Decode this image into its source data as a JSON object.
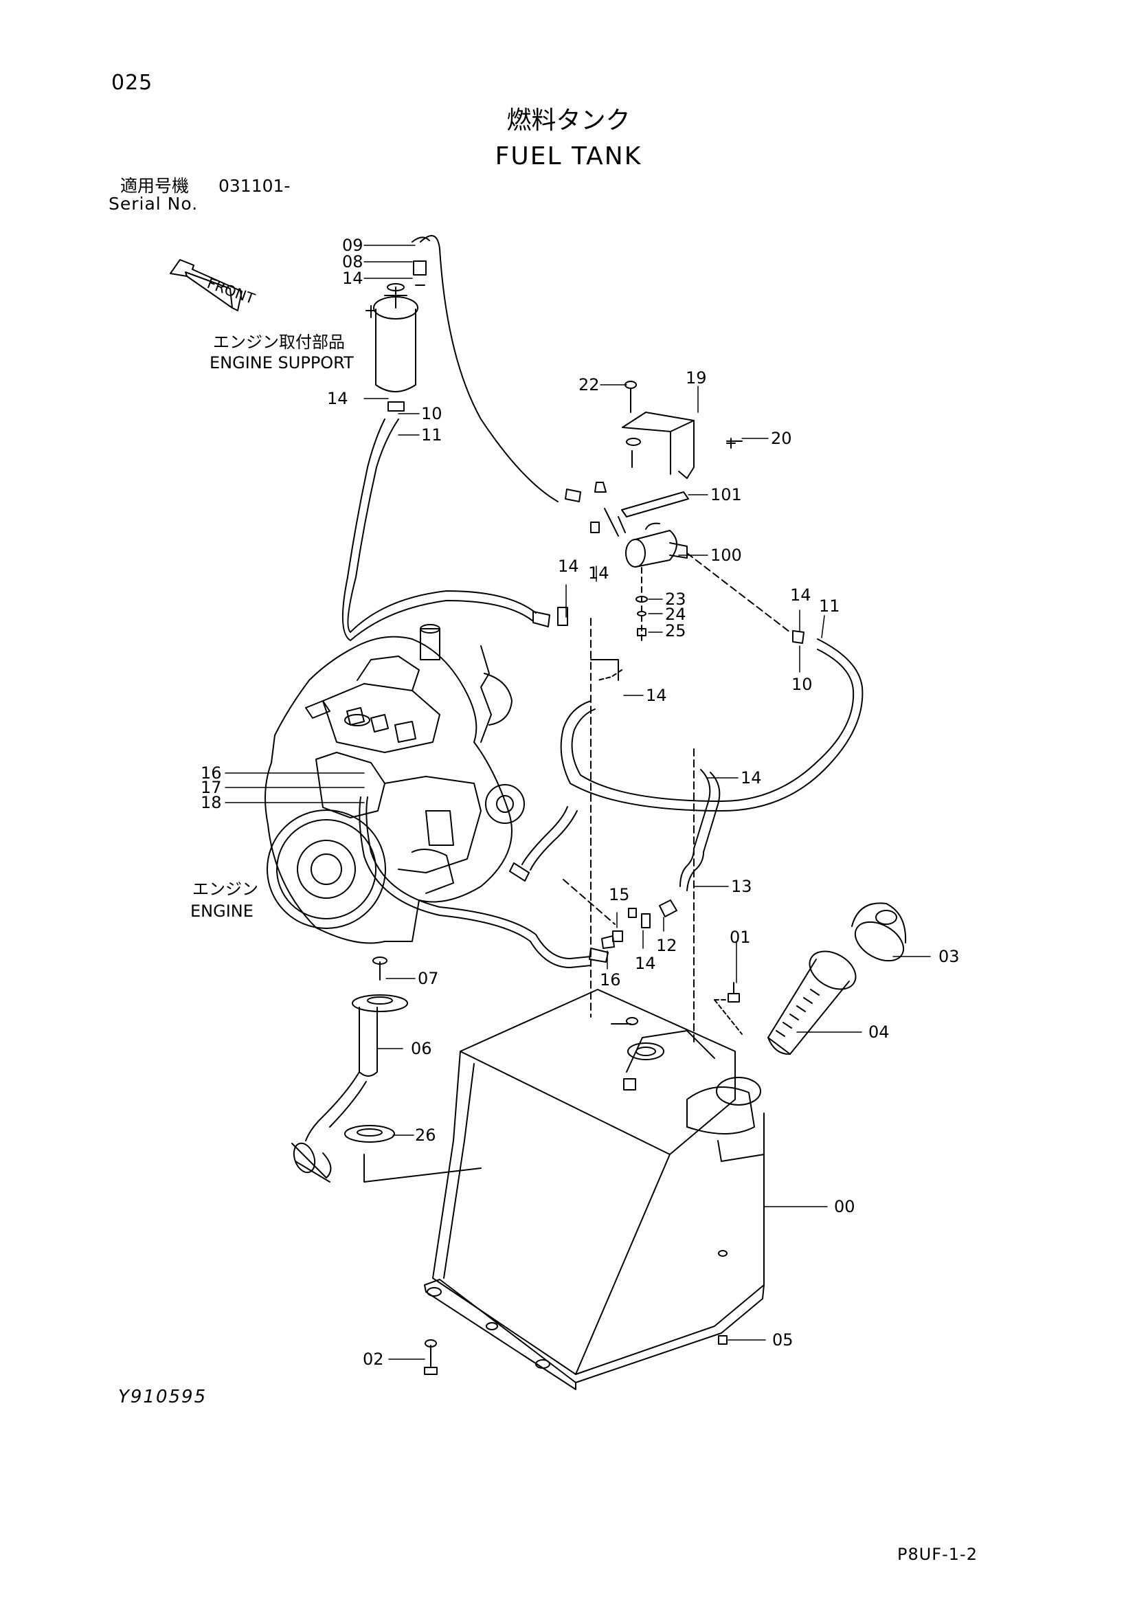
{
  "page": {
    "number": "025",
    "drawing_no": "Y910595",
    "sheet_no": "P8UF-1-2"
  },
  "title": {
    "jp": "燃料タンク",
    "en": "FUEL TANK"
  },
  "serial": {
    "label_jp": "適用号機",
    "value": "031101-",
    "label_en": "Serial No."
  },
  "front_label": "FRONT",
  "assembly_labels": {
    "engine_support_jp": "エンジン取付部品",
    "engine_support_en": "ENGINE SUPPORT",
    "engine_jp": "エンジン",
    "engine_en": "ENGINE"
  },
  "callouts": [
    "09",
    "08",
    "14",
    "14",
    "10",
    "11",
    "22",
    "19",
    "20",
    "101",
    "14",
    "14",
    "100",
    "23",
    "24",
    "25",
    "14",
    "11",
    "10",
    "14",
    "16",
    "17",
    "18",
    "14",
    "13",
    "15",
    "12",
    "14",
    "16",
    "01",
    "03",
    "07",
    "04",
    "06",
    "26",
    "00",
    "05",
    "02"
  ]
}
